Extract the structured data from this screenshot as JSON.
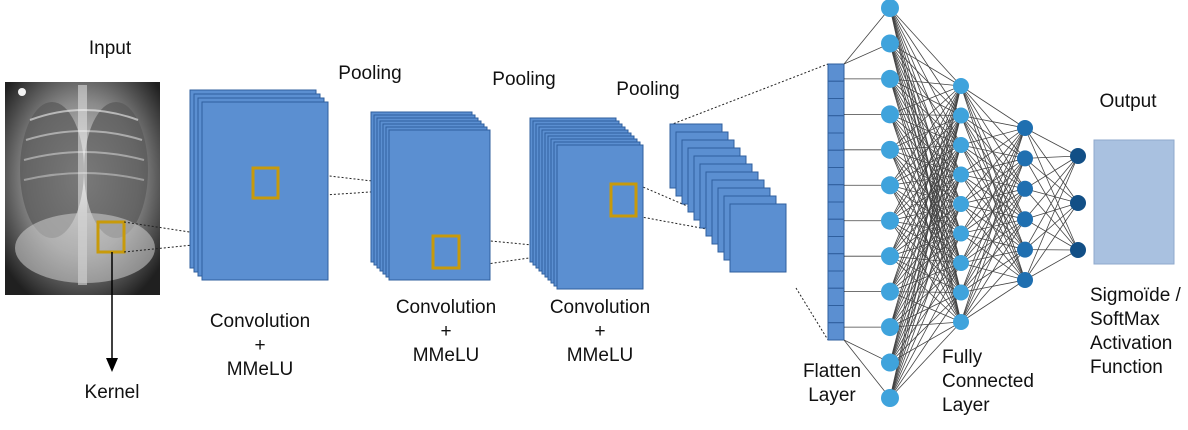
{
  "labels": {
    "input": "Input",
    "kernel": "Kernel",
    "pooling_1": "Pooling",
    "pooling_2": "Pooling",
    "pooling_3": "Pooling",
    "conv_1": {
      "line1": "Convolution",
      "line2": "+",
      "line3": "MMeLU"
    },
    "conv_2": {
      "line1": "Convolution",
      "line2": "+",
      "line3": "MMeLU"
    },
    "conv_3": {
      "line1": "Convolution",
      "line2": "+",
      "line3": "MMeLU"
    },
    "flatten": {
      "line1": "Flatten",
      "line2": "Layer"
    },
    "fully_connected": {
      "line1": "Fully",
      "line2": "Connected",
      "line3": "Layer"
    },
    "output": "Output",
    "activation": {
      "line1": "Sigmoïde /",
      "line2": "SoftMax",
      "line3": "Activation",
      "line4": "Function"
    }
  },
  "colors": {
    "feature_map_fill": "#5b8fd1",
    "feature_map_stroke": "#2f5f9e",
    "kernel_box": "#c89a0a",
    "node_light": "#3fa3dc",
    "node_mid": "#1f6fb0",
    "node_dark": "#124f86",
    "output_box": "#a9c1e0",
    "edges": "#222222"
  },
  "network": {
    "flatten_cells": 16,
    "fc_layer_node_counts": [
      12,
      9,
      6,
      3
    ]
  },
  "image": {
    "content": "chest-xray"
  }
}
